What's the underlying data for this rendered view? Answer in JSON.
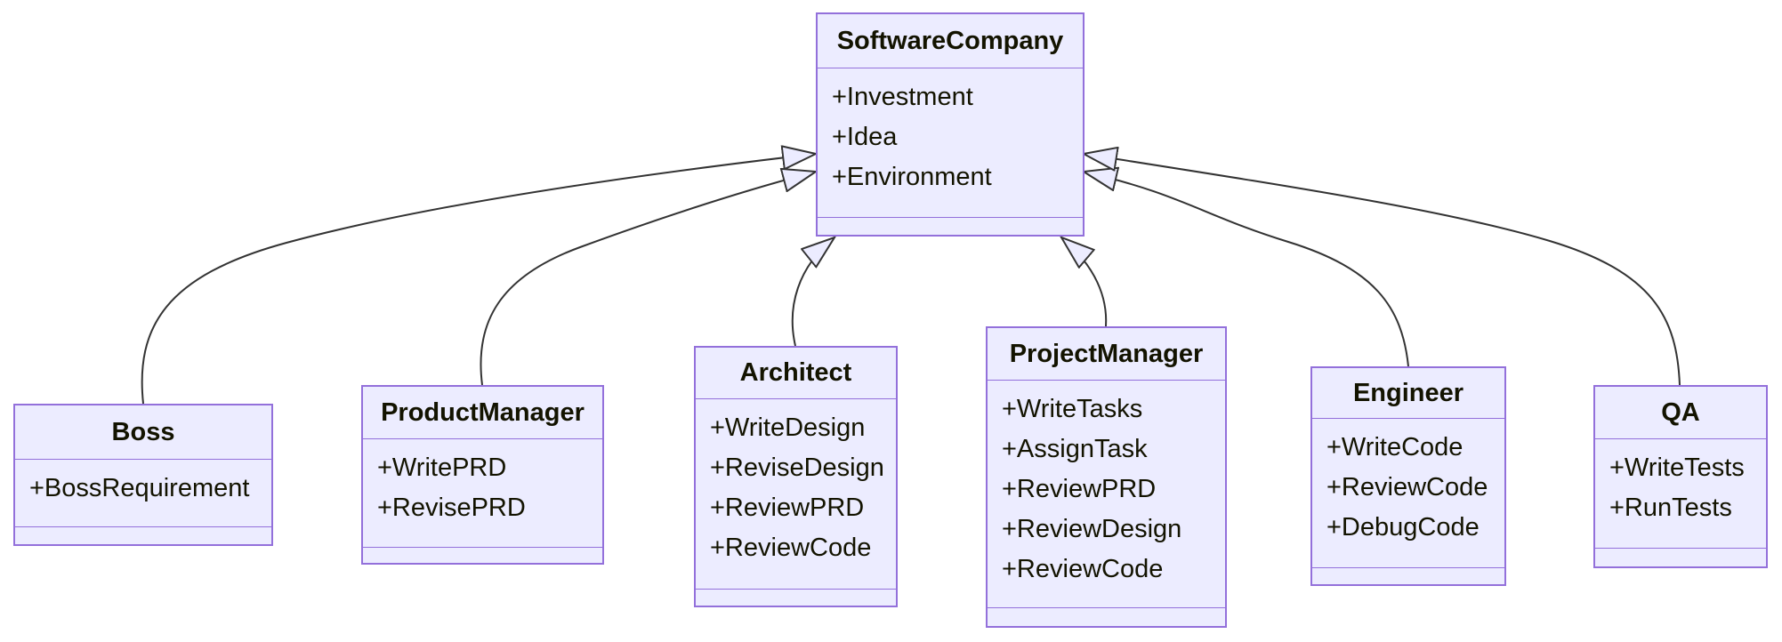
{
  "diagram": {
    "type": "uml-class-diagram",
    "classes": [
      {
        "name": "SoftwareCompany",
        "members": [
          "+Investment",
          "+Idea",
          "+Environment"
        ]
      },
      {
        "name": "Boss",
        "members": [
          "+BossRequirement"
        ]
      },
      {
        "name": "ProductManager",
        "members": [
          "+WritePRD",
          "+RevisePRD"
        ]
      },
      {
        "name": "Architect",
        "members": [
          "+WriteDesign",
          "+ReviseDesign",
          "+ReviewPRD",
          "+ReviewCode"
        ]
      },
      {
        "name": "ProjectManager",
        "members": [
          "+WriteTasks",
          "+AssignTask",
          "+ReviewPRD",
          "+ReviewDesign",
          "+ReviewCode"
        ]
      },
      {
        "name": "Engineer",
        "members": [
          "+WriteCode",
          "+ReviewCode",
          "+DebugCode"
        ]
      },
      {
        "name": "QA",
        "members": [
          "+WriteTests",
          "+RunTests"
        ]
      }
    ],
    "relations": [
      {
        "from": "Boss",
        "to": "SoftwareCompany",
        "type": "inheritance"
      },
      {
        "from": "ProductManager",
        "to": "SoftwareCompany",
        "type": "inheritance"
      },
      {
        "from": "Architect",
        "to": "SoftwareCompany",
        "type": "inheritance"
      },
      {
        "from": "ProjectManager",
        "to": "SoftwareCompany",
        "type": "inheritance"
      },
      {
        "from": "Engineer",
        "to": "SoftwareCompany",
        "type": "inheritance"
      },
      {
        "from": "QA",
        "to": "SoftwareCompany",
        "type": "inheritance"
      }
    ],
    "colors": {
      "background": "#ffffff",
      "node_fill": "#ECECFF",
      "node_border": "#9370DB",
      "edge_color": "#333333",
      "text_color": "#131300",
      "arrow_fill": "#ECECFF"
    }
  }
}
